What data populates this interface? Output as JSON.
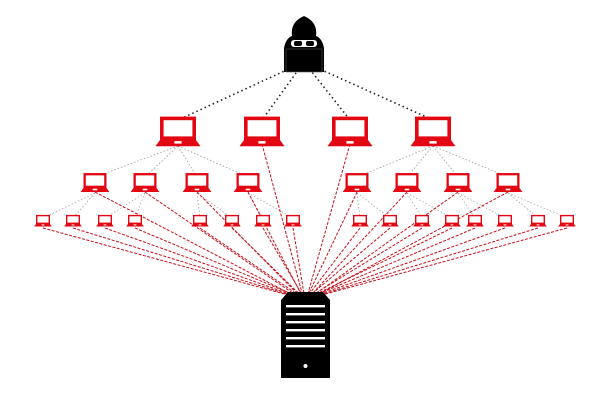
{
  "colors": {
    "accent": "#e30613",
    "dark": "#000000",
    "command_link": "#222222",
    "bot_link": "#999999",
    "attack_link": "#c8101a"
  },
  "nodes": {
    "attacker": 1,
    "tier1_laptops": 4,
    "tier2_laptops": 8,
    "tier3_laptops": 16,
    "target_server": 1
  }
}
